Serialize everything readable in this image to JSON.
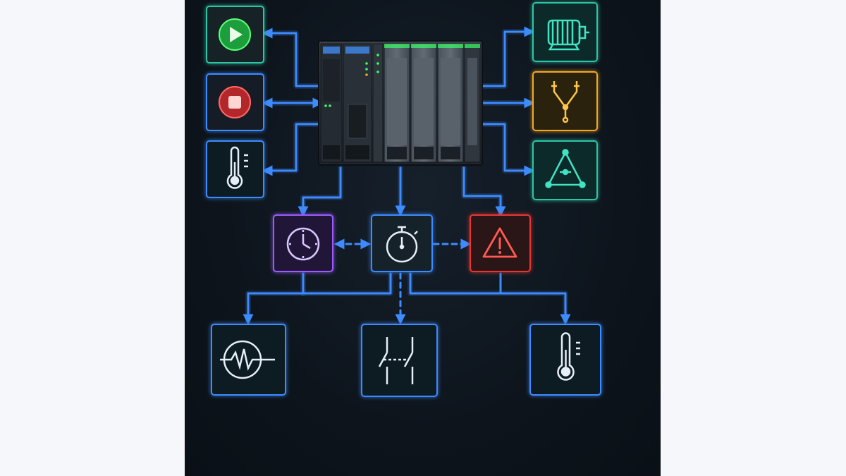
{
  "colors": {
    "wire": "#3d8bff",
    "node_blue": "#3d8bff",
    "node_teal": "#2ec4a6",
    "node_amber": "#f0a828",
    "node_purple": "#9b5cff",
    "node_red": "#e53935",
    "start_green": "#2ecc40",
    "stop_red": "#e53935",
    "plc_body": "#2a3038",
    "led_green": "#39ff6a"
  },
  "nodes": {
    "inputs": [
      {
        "id": "start",
        "icon": "play-icon",
        "color": "#2ec4a6"
      },
      {
        "id": "stop",
        "icon": "stop-icon",
        "color": "#3d8bff"
      },
      {
        "id": "temp-in",
        "icon": "thermometer-icon",
        "color": "#3d8bff"
      }
    ],
    "outputs": [
      {
        "id": "motor",
        "icon": "motor-icon",
        "color": "#2ec4a6"
      },
      {
        "id": "valve",
        "icon": "valve-icon",
        "color": "#f0a828"
      },
      {
        "id": "delta",
        "icon": "delta-network-icon",
        "color": "#2ec4a6"
      }
    ],
    "logic": [
      {
        "id": "clock",
        "icon": "clock-icon",
        "color": "#9b5cff"
      },
      {
        "id": "timer",
        "icon": "stopwatch-icon",
        "color": "#3d8bff"
      },
      {
        "id": "alarm",
        "icon": "warning-icon",
        "color": "#e53935"
      }
    ],
    "field": [
      {
        "id": "signal",
        "icon": "waveform-icon",
        "color": "#3d8bff"
      },
      {
        "id": "switch",
        "icon": "switch-contacts-icon",
        "color": "#3d8bff"
      },
      {
        "id": "temp-out",
        "icon": "thermometer-icon",
        "color": "#3d8bff"
      }
    ]
  },
  "plc": {
    "icon": "plc-rack-icon",
    "modules": 6
  }
}
